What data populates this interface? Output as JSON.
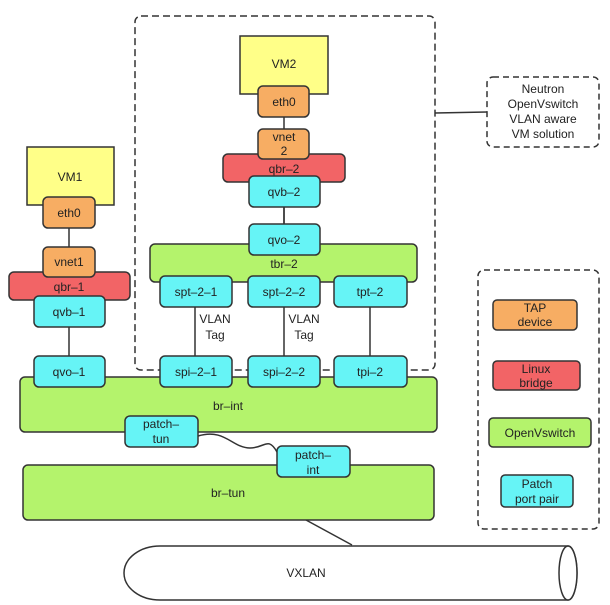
{
  "colors": {
    "vm": "#ffff88",
    "tap": "#f7ad63",
    "bridge": "#f26466",
    "ovs": "#b4f36c",
    "port": "#66f4f6",
    "border": "#333333"
  },
  "nodes": {
    "vm2": "VM2",
    "vm2_eth0": "eth0",
    "vm2_vnet_line1": "vnet",
    "vm2_vnet_line2": "2",
    "qbr2": "qbr–2",
    "qvb2": "qvb–2",
    "qvo2": "qvo–2",
    "tbr2": "tbr–2",
    "spt21": "spt–2–1",
    "spt22": "spt–2–2",
    "tpt2": "tpt–2",
    "vlan_tag_1_line1": "VLAN",
    "vlan_tag_1_line2": "Tag",
    "vlan_tag_2_line1": "VLAN",
    "vlan_tag_2_line2": "Tag",
    "spi21": "spi–2–1",
    "spi22": "spi–2–2",
    "tpi2": "tpi–2",
    "vm1": "VM1",
    "vm1_eth0": "eth0",
    "vnet1": "vnet1",
    "qbr1": "qbr–1",
    "qvb1": "qvb–1",
    "qvo1": "qvo–1",
    "br_int": "br–int",
    "patch_tun_line1": "patch–",
    "patch_tun_line2": "tun",
    "patch_int_line1": "patch–",
    "patch_int_line2": "int",
    "br_tun": "br–tun",
    "vxlan": "VXLAN"
  },
  "callout": {
    "line1": "Neutron",
    "line2": "OpenVswitch",
    "line3": "VLAN aware",
    "line4": "VM solution"
  },
  "legend": {
    "tap_line1": "TAP",
    "tap_line2": "device",
    "bridge_line1": "Linux",
    "bridge_line2": "bridge",
    "ovs": "OpenVswitch",
    "port_line1": "Patch",
    "port_line2": "port pair"
  }
}
